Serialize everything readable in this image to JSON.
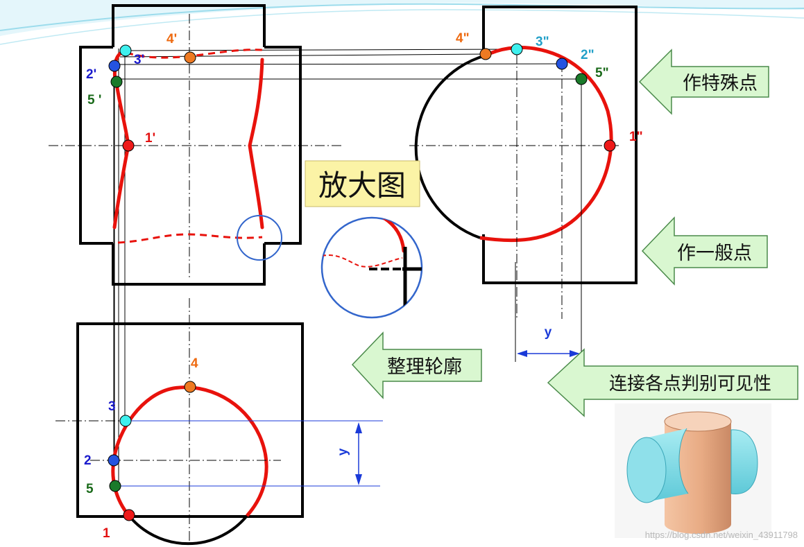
{
  "colors": {
    "outline": "#000000",
    "curve": "#e8120c",
    "callout_fill": "#d9f7d0",
    "callout_stroke": "#4a8a4a",
    "magnify_ring": "#3366cc",
    "label_orange": "#ee6a10",
    "label_blue": "#1a1acc",
    "label_cyan": "#22a0c8",
    "label_green": "#1a6a1a",
    "label_red": "#e21010",
    "dim_blue": "#1a3ad8",
    "zoom_label_fill": "#fbf3a6",
    "header_wave": "#8fd6ea"
  },
  "front_view": {
    "labels": [
      "4'",
      "3'",
      "2'",
      "5 '",
      "1'"
    ]
  },
  "side_view": {
    "labels": [
      "4\"",
      "3\"",
      "2\"",
      "5\"",
      "1\""
    ]
  },
  "top_view": {
    "labels": [
      "4",
      "3",
      "2",
      "5",
      "1"
    ],
    "dimension": "y"
  },
  "side_dimension": "y",
  "magnified": {
    "label": "放大图"
  },
  "callouts": [
    {
      "text": "作特殊点"
    },
    {
      "text": "作一般点"
    },
    {
      "text": "整理轮廓"
    },
    {
      "text": "连接各点判别可见性"
    }
  ],
  "model_3d": {
    "icon": "intersecting-cylinders-model",
    "cylinder_color": "#e8b08a",
    "cylinder_color_2": "#7fdbe6"
  },
  "watermark": "https://blog.csdn.net/weixin_43911798"
}
